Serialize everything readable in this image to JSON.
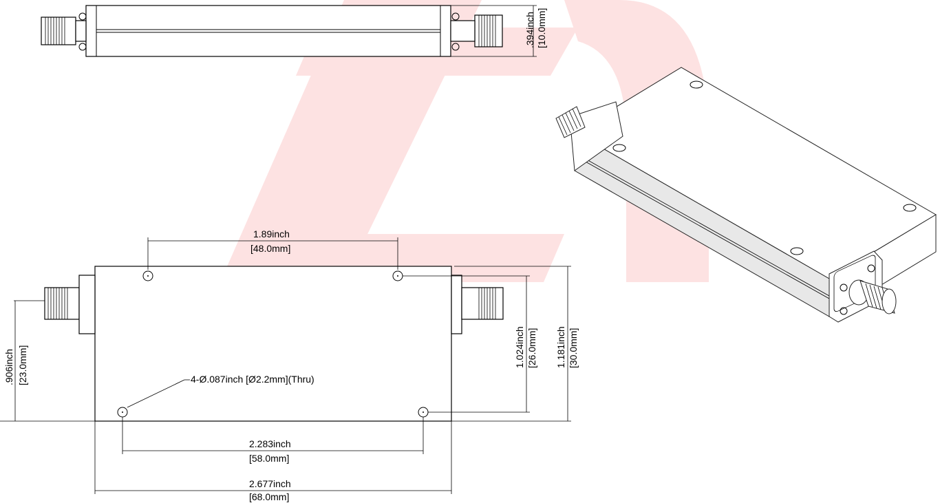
{
  "dimensions": {
    "height_top": {
      "inch": ".394inch",
      "mm": "[10.0mm]"
    },
    "hole_spacing_top": {
      "inch": "1.89inch",
      "mm": "[48.0mm]"
    },
    "connector_height": {
      "inch": ".906inch",
      "mm": "[23.0mm]"
    },
    "hole_vertical": {
      "inch": "1.024inch",
      "mm": "[26.0mm]"
    },
    "overall_width": {
      "inch": "1.181inch",
      "mm": "[30.0mm]"
    },
    "hole_note": "4-Ø.087inch [Ø2.2mm](Thru)",
    "hole_spacing_bottom": {
      "inch": "2.283inch",
      "mm": "[58.0mm]"
    },
    "overall_length": {
      "inch": "2.677inch",
      "mm": "[68.0mm]"
    }
  },
  "colors": {
    "watermark": "#fde2e2",
    "line": "#000000"
  }
}
